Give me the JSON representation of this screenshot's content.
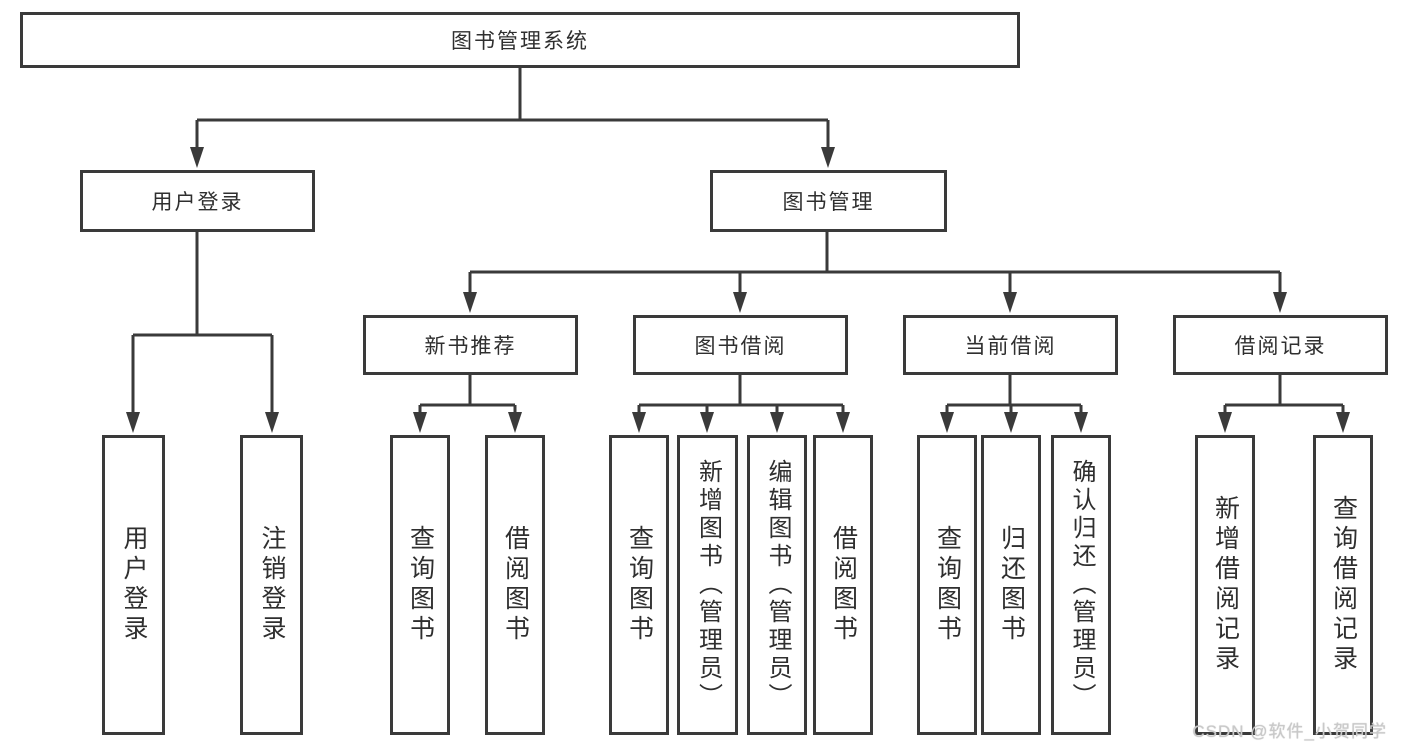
{
  "tree": {
    "label": "图书管理系统",
    "children": [
      {
        "label": "用户登录",
        "children": [
          {
            "label": "用户登录"
          },
          {
            "label": "注销登录"
          }
        ]
      },
      {
        "label": "图书管理",
        "children": [
          {
            "label": "新书推荐",
            "children": [
              {
                "label": "查询图书"
              },
              {
                "label": "借阅图书"
              }
            ]
          },
          {
            "label": "图书借阅",
            "children": [
              {
                "label": "查询图书"
              },
              {
                "label": "新增图书（管理员）"
              },
              {
                "label": "编辑图书（管理员）"
              },
              {
                "label": "借阅图书"
              }
            ]
          },
          {
            "label": "当前借阅",
            "children": [
              {
                "label": "查询图书"
              },
              {
                "label": "归还图书"
              },
              {
                "label": "确认归还（管理员）"
              }
            ]
          },
          {
            "label": "借阅记录",
            "children": [
              {
                "label": "新增借阅记录"
              },
              {
                "label": "查询借阅记录"
              }
            ]
          }
        ]
      }
    ]
  },
  "watermark": {
    "text": "CSDN @软件_小贺同学"
  },
  "colors": {
    "line": "#3a3a3a",
    "box_border": "#3a3a3a",
    "box_background": "#ffffff",
    "text": "#2f2f2f",
    "watermark": "#c9c9c9"
  }
}
